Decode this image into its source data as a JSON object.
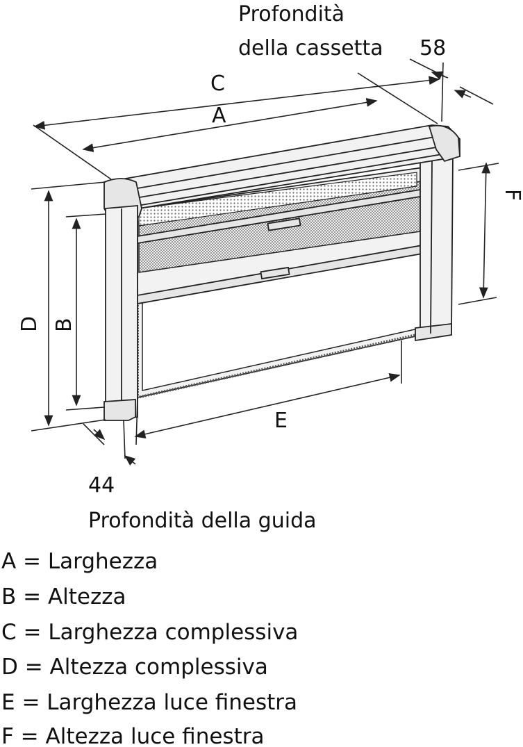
{
  "header": {
    "line1": "Profondità",
    "line2": "della cassetta",
    "cassette_depth": "58"
  },
  "dimensions": {
    "A": "A",
    "B": "B",
    "C": "C",
    "D": "D",
    "E": "E",
    "F": "F"
  },
  "guide": {
    "depth": "44",
    "label": "Profondità della guida"
  },
  "legend": [
    "A = Larghezza",
    "B = Altezza",
    "C = Larghezza complessiva",
    "D = Altezza complessiva",
    "E = Larghezza luce finestra",
    "F = Altezza luce finestra"
  ]
}
